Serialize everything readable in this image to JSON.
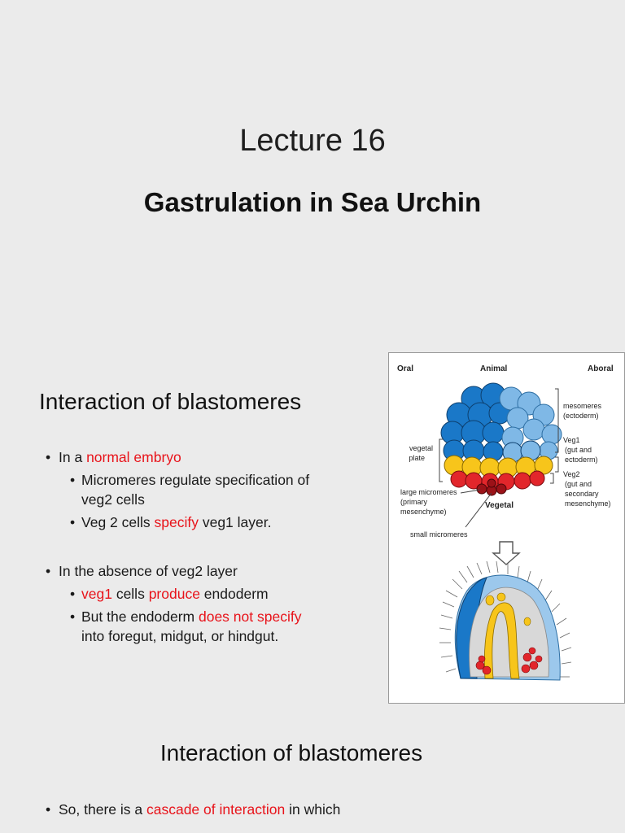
{
  "slide1": {
    "title": "Lecture 16",
    "subtitle": "Gastrulation in Sea Urchin"
  },
  "slide2": {
    "heading": "Interaction of blastomeres",
    "bullets": [
      {
        "prefix": "In a ",
        "highlight": "normal embryo",
        "sub": [
          {
            "line1": "Micromeres regulate specification of",
            "line2": "veg2 cells"
          },
          {
            "pre": "Veg 2 cells ",
            "highlight": "specify",
            "post": " veg1 layer."
          }
        ]
      },
      {
        "text": "In the absence of veg2 layer",
        "sub": [
          {
            "highlight1": "veg1",
            "mid": " cells ",
            "highlight2": "produce",
            "post": " endoderm"
          },
          {
            "pre": "But the endoderm ",
            "highlight": "does not specify",
            "line2": "into foregut, midgut, or hindgut."
          }
        ]
      }
    ],
    "figure": {
      "labels": {
        "oral": "Oral",
        "animal": "Animal",
        "aboral": "Aboral",
        "mesomeres_1": "mesomeres",
        "mesomeres_2": "(ectoderm)",
        "vegetal_plate_1": "vegetal",
        "vegetal_plate_2": "plate",
        "veg1_1": "Veg1",
        "veg1_2": "(gut and",
        "veg1_3": "ectoderm)",
        "veg2_1": "Veg2",
        "veg2_2": "(gut and",
        "veg2_3": "secondary",
        "veg2_4": "mesenchyme)",
        "large_micro_1": "large micromeres",
        "large_micro_2": "(primary",
        "large_micro_3": "mesenchyme)",
        "vegetal": "Vegetal",
        "small_micromeres": "small micromeres"
      },
      "colors": {
        "dark_blue": "#1a78c8",
        "light_blue": "#7fb8e6",
        "yellow": "#f7c51b",
        "red": "#e2262b",
        "dark_red": "#9b1218"
      }
    }
  },
  "slide3": {
    "heading": "Interaction of blastomeres",
    "bullet": {
      "pre": "So, there is a ",
      "highlight": "cascade of interaction",
      "post": " in which"
    }
  }
}
